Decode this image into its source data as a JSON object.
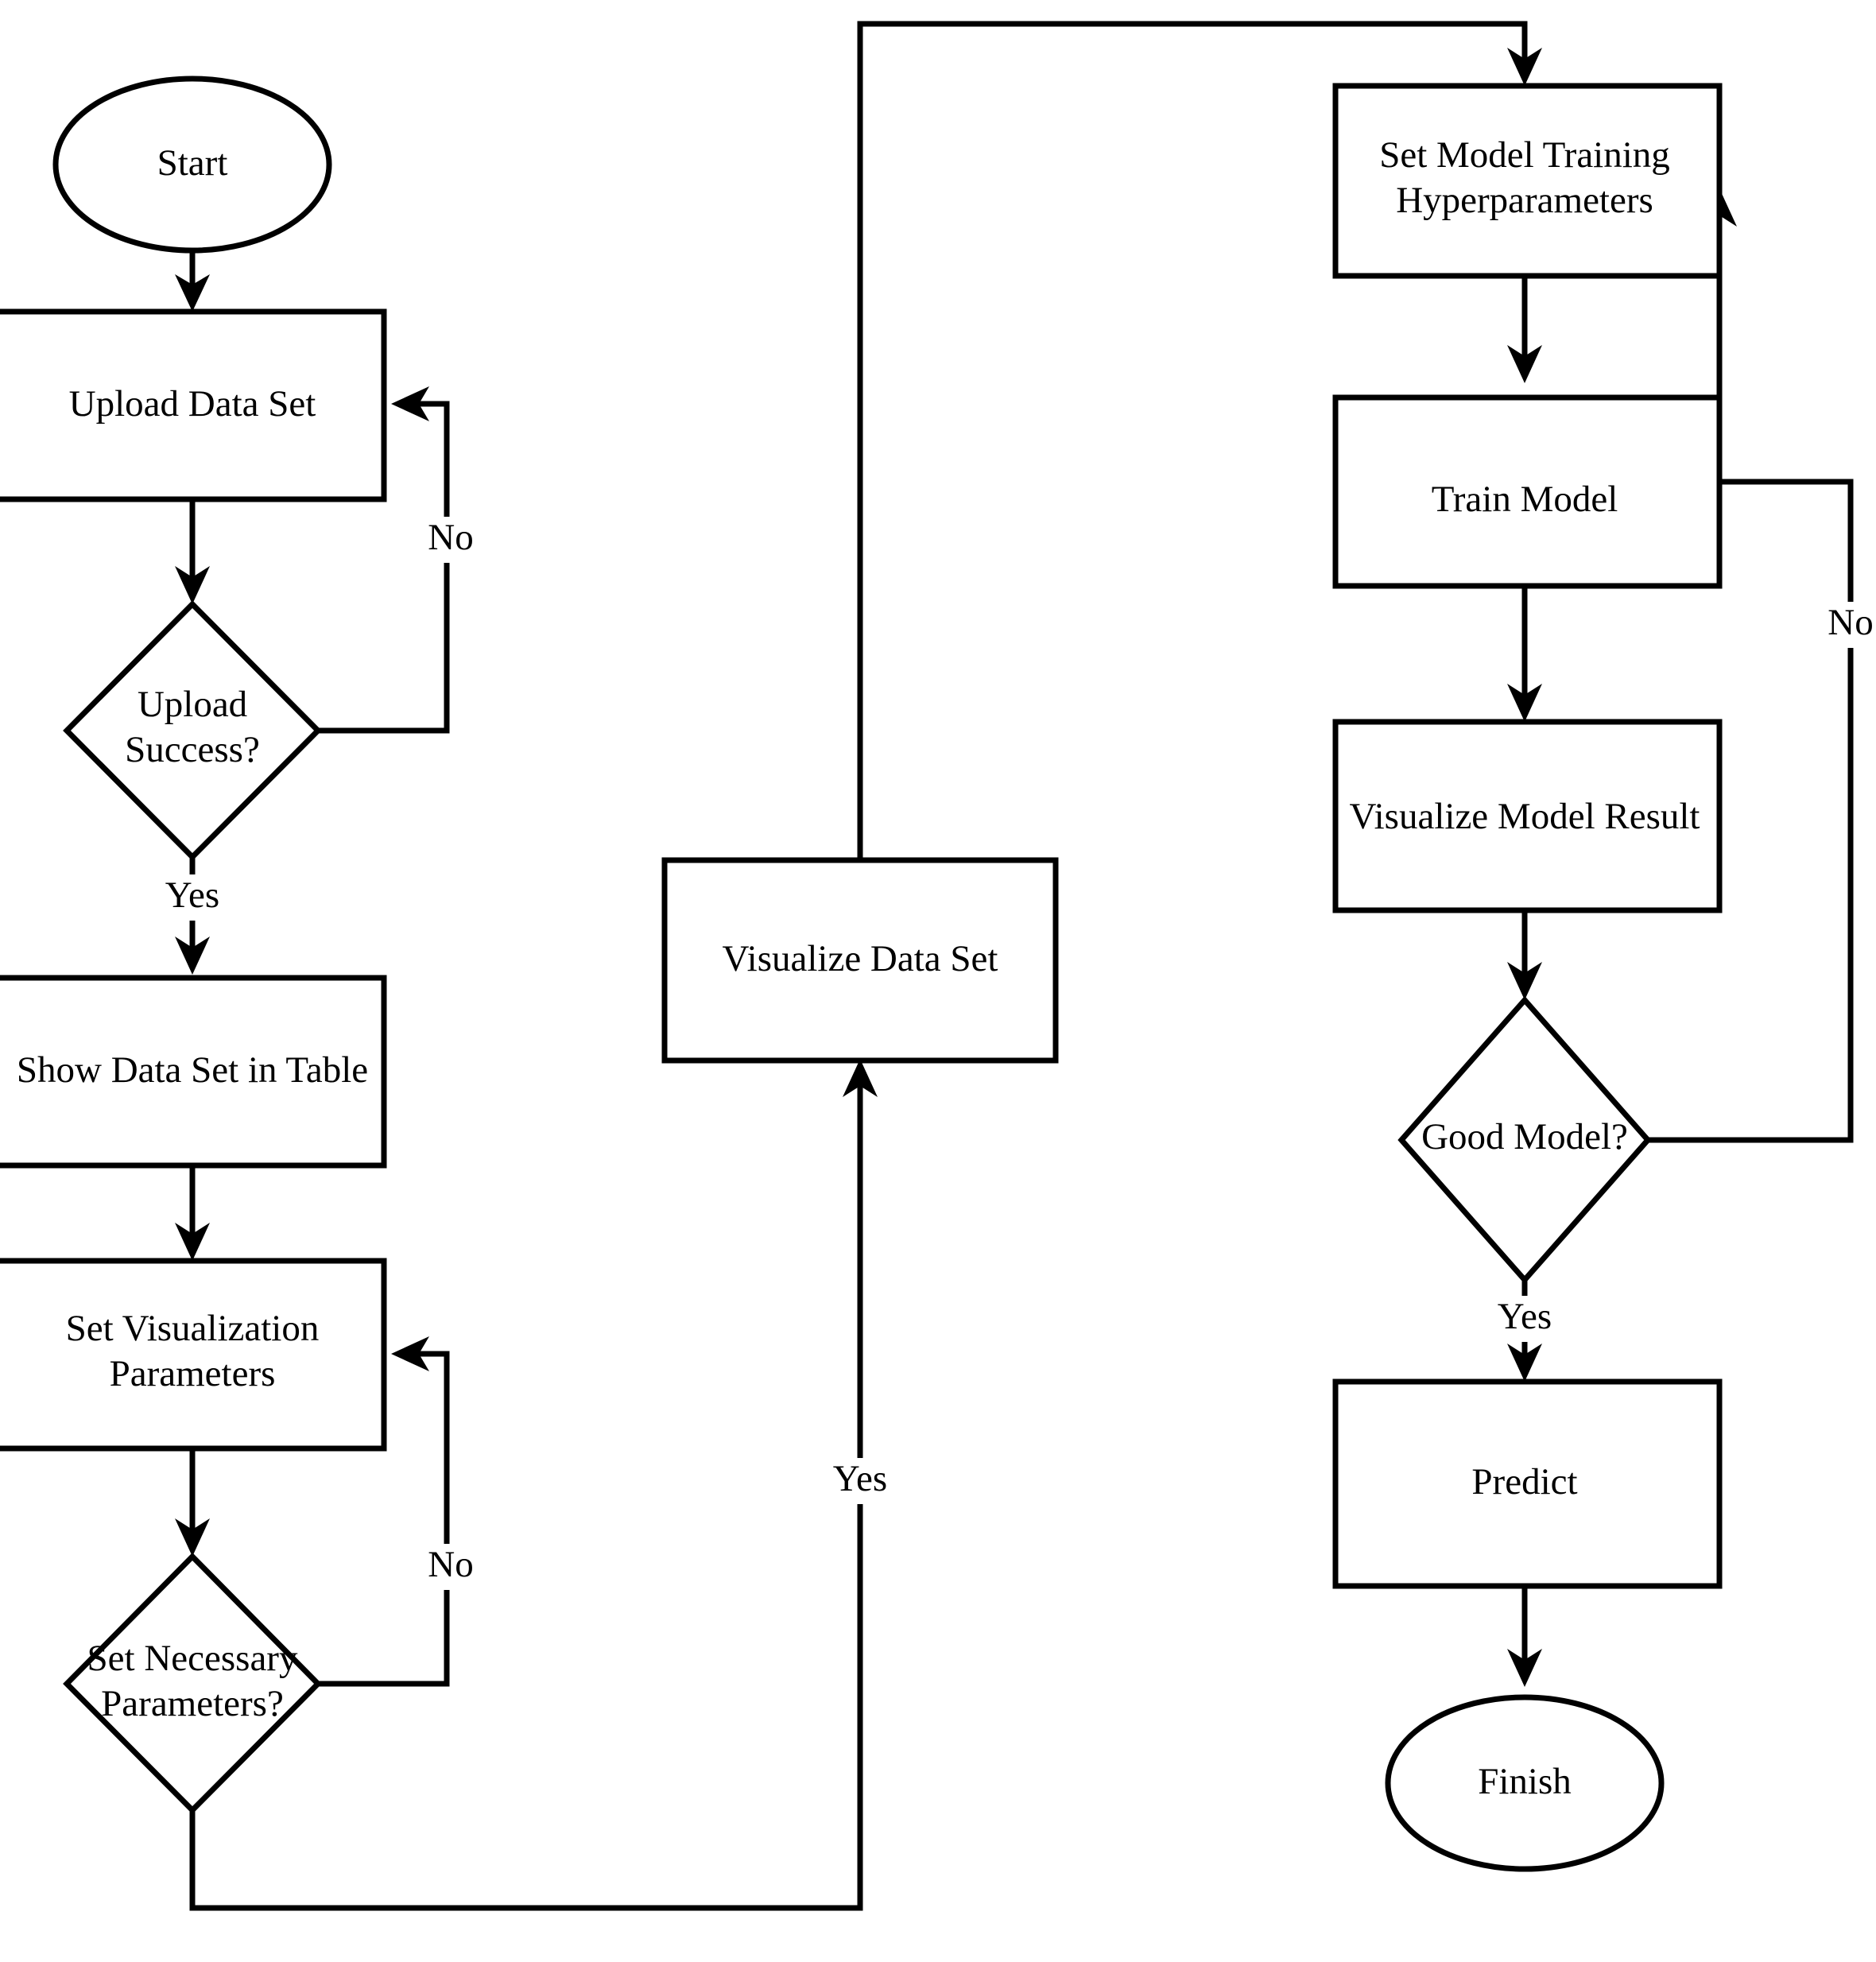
{
  "diagram": {
    "title": "Machine Learning Web Application Workflow Flowchart",
    "type": "flowchart",
    "background_color": "#ffffff",
    "line_color": "#000000",
    "text_color": "#000000"
  },
  "nodes": {
    "start": {
      "label": "Start",
      "shape": "ellipse"
    },
    "upload_data_set": {
      "label": "Upload Data Set",
      "shape": "rectangle"
    },
    "upload_success": {
      "label_line1": "Upload",
      "label_line2": "Success?",
      "shape": "diamond"
    },
    "show_data_set_in_table": {
      "label": "Show Data Set in Table",
      "shape": "rectangle"
    },
    "set_visualization_parameters": {
      "label_line1": "Set Visualization",
      "label_line2": "Parameters",
      "shape": "rectangle"
    },
    "set_necessary_parameters": {
      "label_line1": "Set Necessary",
      "label_line2": "Parameters?",
      "shape": "diamond"
    },
    "visualize_data_set": {
      "label": "Visualize Data Set",
      "shape": "rectangle"
    },
    "set_model_training_hyperparameters": {
      "label_line1": "Set Model Training",
      "label_line2": "Hyperparameters",
      "shape": "rectangle"
    },
    "train_model": {
      "label": "Train Model",
      "shape": "rectangle"
    },
    "visualize_model_result": {
      "label": "Visualize Model Result",
      "shape": "rectangle"
    },
    "good_model": {
      "label": "Good Model?",
      "shape": "diamond"
    },
    "predict": {
      "label": "Predict",
      "shape": "rectangle"
    },
    "finish": {
      "label": "Finish",
      "shape": "ellipse"
    }
  },
  "edge_labels": {
    "upload_success_no": "No",
    "upload_success_yes": "Yes",
    "set_necessary_parameters_no": "No",
    "set_necessary_parameters_yes": "Yes",
    "good_model_no": "No",
    "good_model_yes": "Yes"
  }
}
